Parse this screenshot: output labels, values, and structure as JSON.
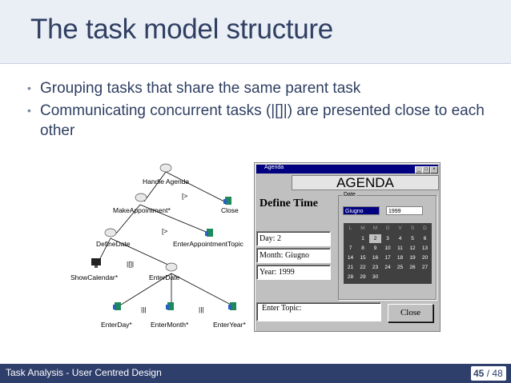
{
  "slide": {
    "title": "The task model structure",
    "bullets": [
      "Grouping tasks that share the same parent task",
      "Communicating concurrent tasks (|[]|) are presented close to each other"
    ]
  },
  "task_tree": {
    "nodes": {
      "root": "Handle Agenda",
      "make": "MakeAppointment*",
      "close": "Close",
      "define_date": "DefineDate",
      "enter_topic": "EnterAppointmentTopic",
      "show_cal": "ShowCalendar*",
      "enter_date": "EnterDate",
      "enter_day": "EnterDay*",
      "enter_month": "EnterMonth*",
      "enter_year": "EnterYear*"
    },
    "operators": {
      "op1": "[>",
      "op2": "[>",
      "op3": "|[]|",
      "op4": "|||",
      "op5": "|||"
    }
  },
  "agenda_window": {
    "title_bar": "Agenda",
    "banner": "AGENDA",
    "define_label": "Define Time",
    "date_group": "Date",
    "month_select": "Giugno",
    "year_value": "1999",
    "fields": {
      "day": "Day: 2",
      "month": "Month: Giugno",
      "year": "Year: 1999"
    },
    "topic_field": "Enter Topic:",
    "close_button": "Close",
    "calendar": {
      "weekdays": [
        "L",
        "M",
        "M",
        "G",
        "V",
        "S",
        "D"
      ],
      "days": [
        [
          "",
          "1",
          "2",
          "3",
          "4",
          "5",
          "6"
        ],
        [
          "7",
          "8",
          "9",
          "10",
          "11",
          "12",
          "13"
        ],
        [
          "14",
          "15",
          "16",
          "17",
          "18",
          "19",
          "20"
        ],
        [
          "21",
          "22",
          "23",
          "24",
          "25",
          "26",
          "27"
        ],
        [
          "28",
          "29",
          "30",
          "",
          "",
          "",
          ""
        ]
      ],
      "selected": "2"
    }
  },
  "footer": {
    "left_text": "Task Analysis - User Centred Design",
    "page": "45",
    "separator": "/",
    "total": "48"
  },
  "colors": {
    "title_band": "#eaeef5",
    "title_text": "#2f3f62",
    "footer_bg": "#2f3f6c",
    "win_gray": "#c0c0c0",
    "win_titlebar": "#000080"
  }
}
